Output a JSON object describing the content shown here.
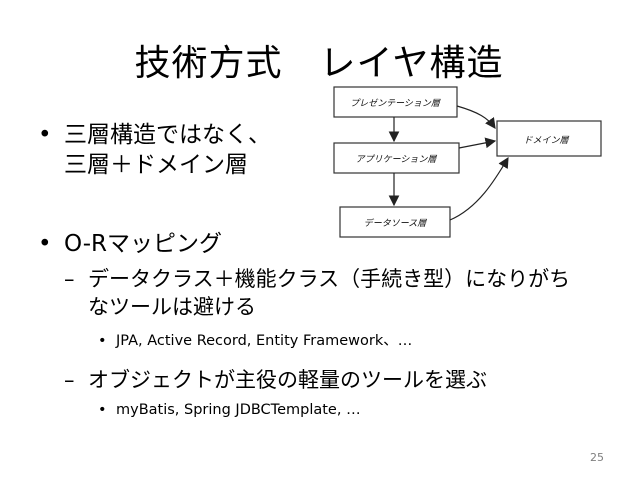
{
  "slide": {
    "title": "技術方式　レイヤ構造",
    "bullets": {
      "b1_line1": "三層構造ではなく、",
      "b1_line2": "三層＋ドメイン層",
      "b2": "O-Rマッピング",
      "b2_sub1_line1": "データクラス＋機能クラス（手続き型）になりがち",
      "b2_sub1_line2": "なツールは避ける",
      "b2_sub1_item": "JPA, Active Record, Entity Framework、…",
      "b2_sub2": "オブジェクトが主役の軽量のツールを選ぶ",
      "b2_sub2_item": "myBatis, Spring JDBCTemplate, …"
    },
    "markers": {
      "bullet": "•",
      "dash": "–"
    },
    "diagram": {
      "presentation": "プレゼンテーション層",
      "application": "アプリケーション層",
      "datasource": "データソース層",
      "domain": "ドメイン層"
    },
    "page_number": "25"
  }
}
